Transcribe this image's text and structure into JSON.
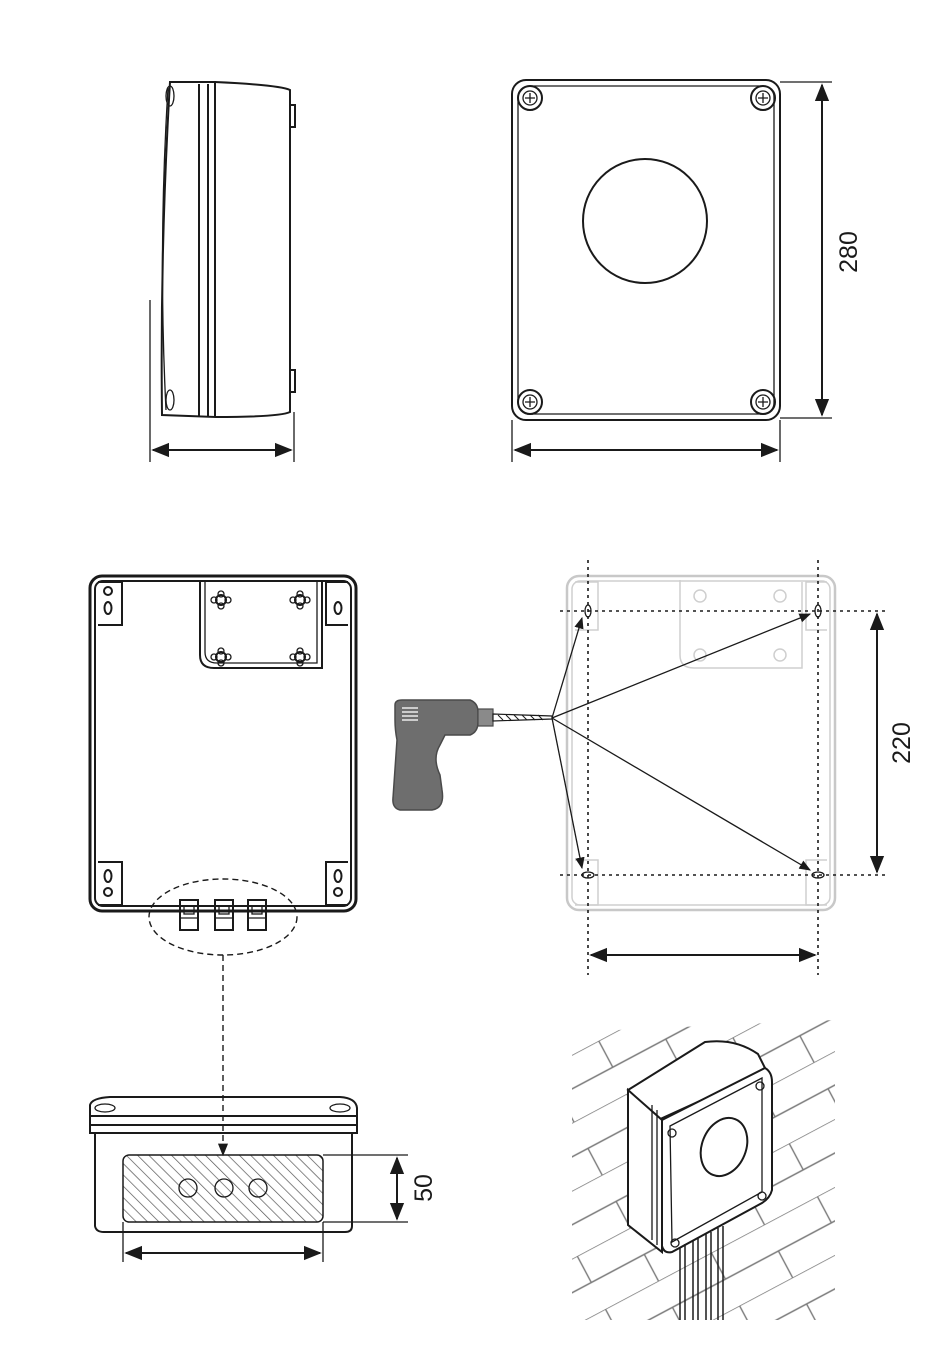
{
  "dimensions": {
    "height_label": "280",
    "hole_spacing_label": "220",
    "cable_area_label": "50"
  },
  "colors": {
    "line": "#1a1a1a",
    "ghost": "#c8c8c8",
    "drill_body": "#6e6e6e"
  },
  "icons": [
    "screw-icon",
    "drill-icon",
    "brick-wall-icon"
  ]
}
